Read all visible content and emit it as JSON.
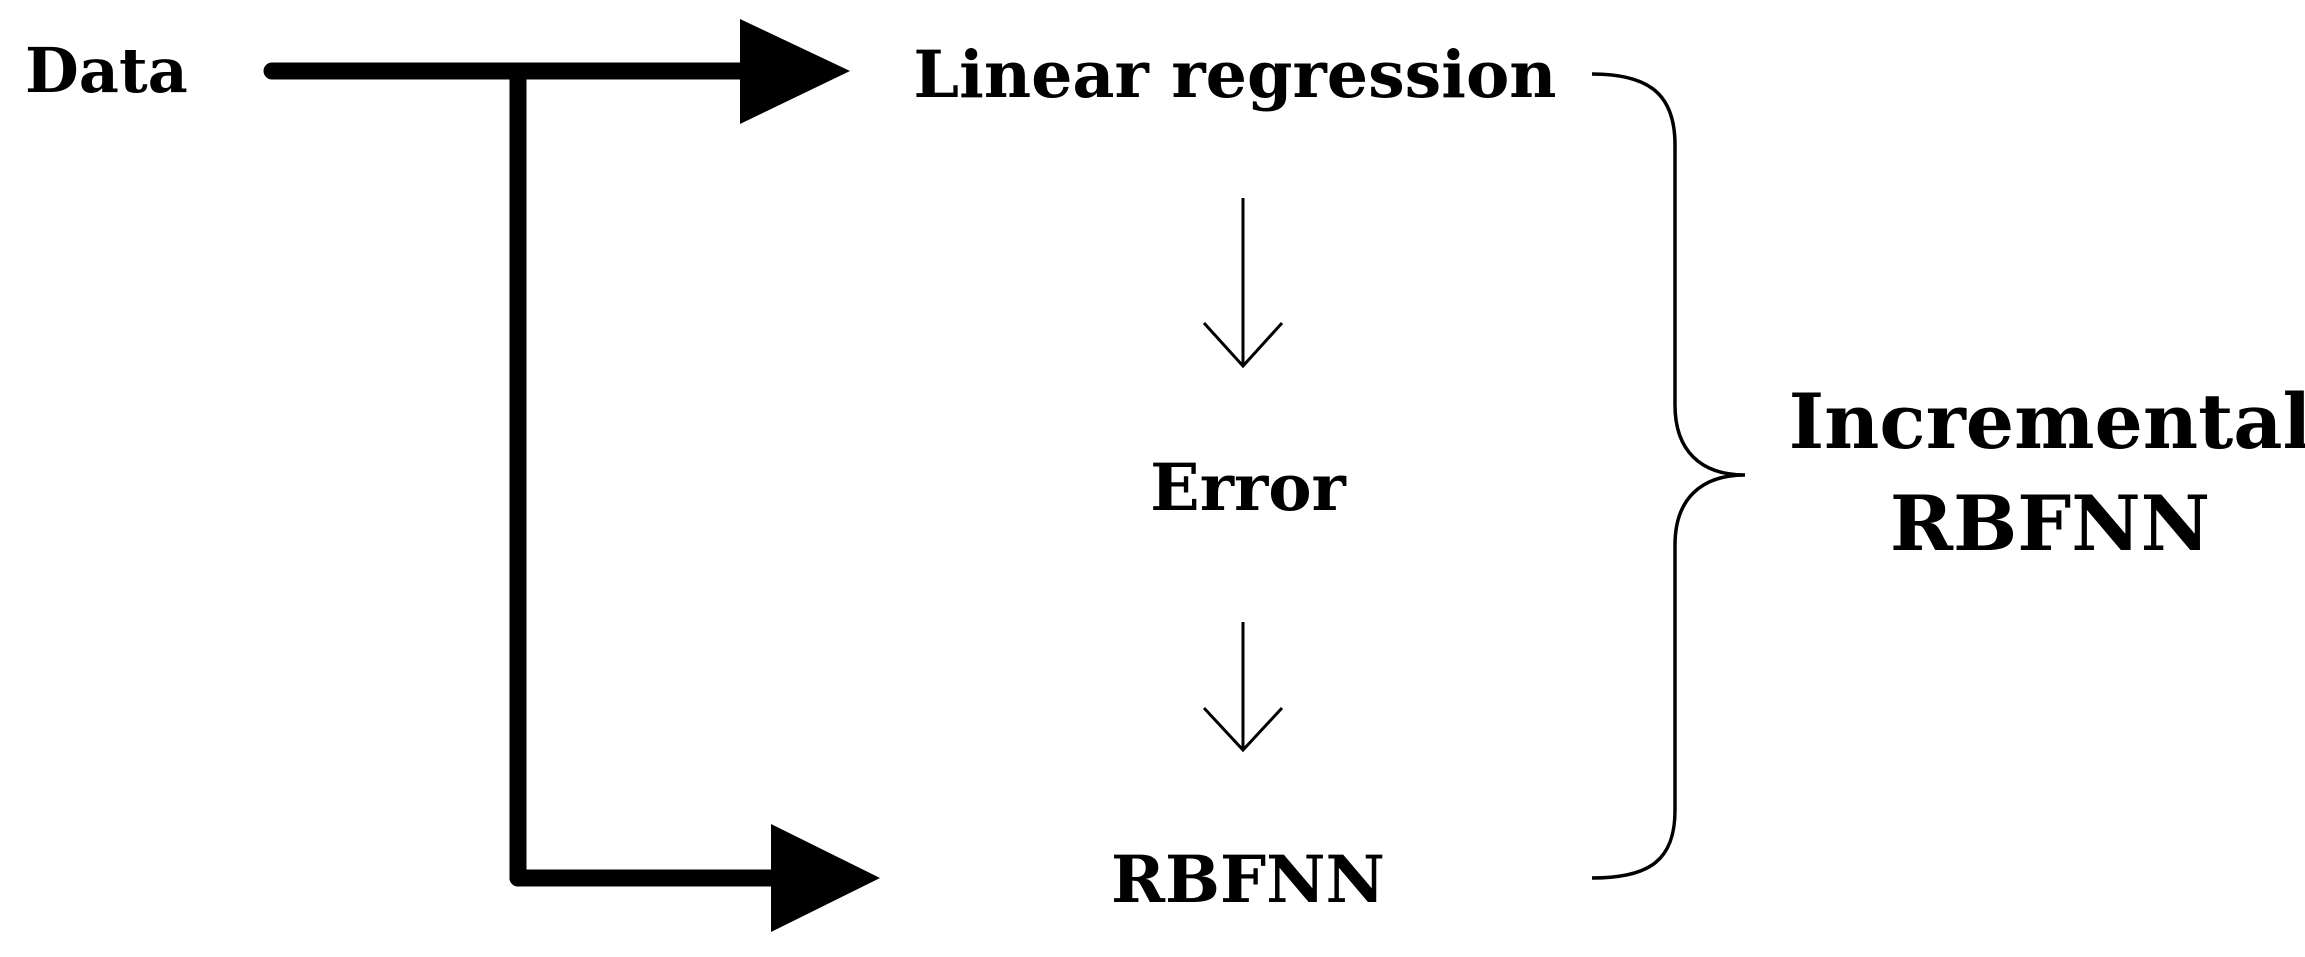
{
  "nodes": {
    "data": "Data",
    "linear_regression": "Linear regression",
    "error": "Error",
    "rbfnn": "RBFNN"
  },
  "group": {
    "line1": "Incremental",
    "line2": "RBFNN"
  },
  "colors": {
    "ink": "#000000",
    "background": "#ffffff"
  }
}
